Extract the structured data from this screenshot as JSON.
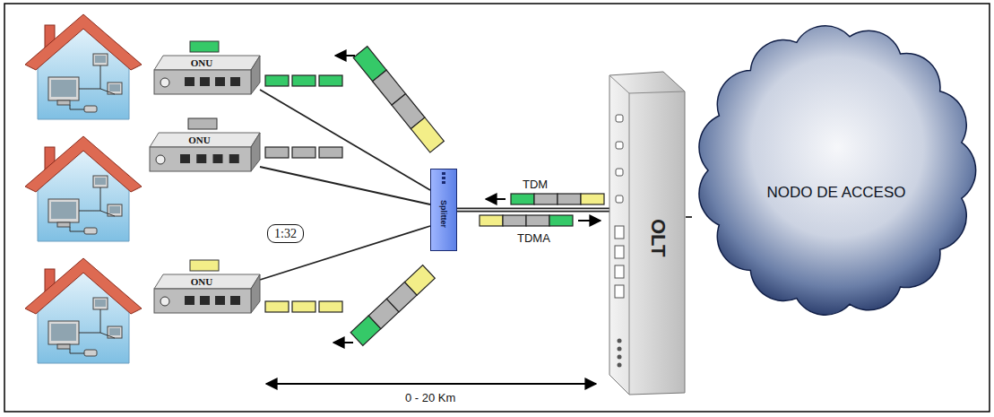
{
  "diagram": {
    "nodes": [
      {
        "text": [
          "ONU"
        ]
      },
      {
        "text": [
          "ONU"
        ]
      },
      {
        "text": [
          "1:32"
        ]
      },
      {
        "text": [
          "ONU"
        ]
      },
      {
        "text": [
          "Splitter"
        ]
      },
      {
        "text": [
          "OLT"
        ]
      },
      {
        "text": [
          "NODO DE ACCESO"
        ]
      }
    ],
    "edges": [
      {
        "from": 0,
        "to": 4,
        "arrow": "none"
      },
      {
        "from": 1,
        "to": 4,
        "arrow": "none"
      },
      {
        "from": 3,
        "to": 4,
        "arrow": "none"
      },
      {
        "from": 4,
        "to": 5,
        "arrow": "none"
      },
      {
        "from": 5,
        "to": 6,
        "arrow": "none"
      }
    ],
    "labels": [
      "TDM",
      "TDMA",
      "0 - 20 Km"
    ]
  }
}
